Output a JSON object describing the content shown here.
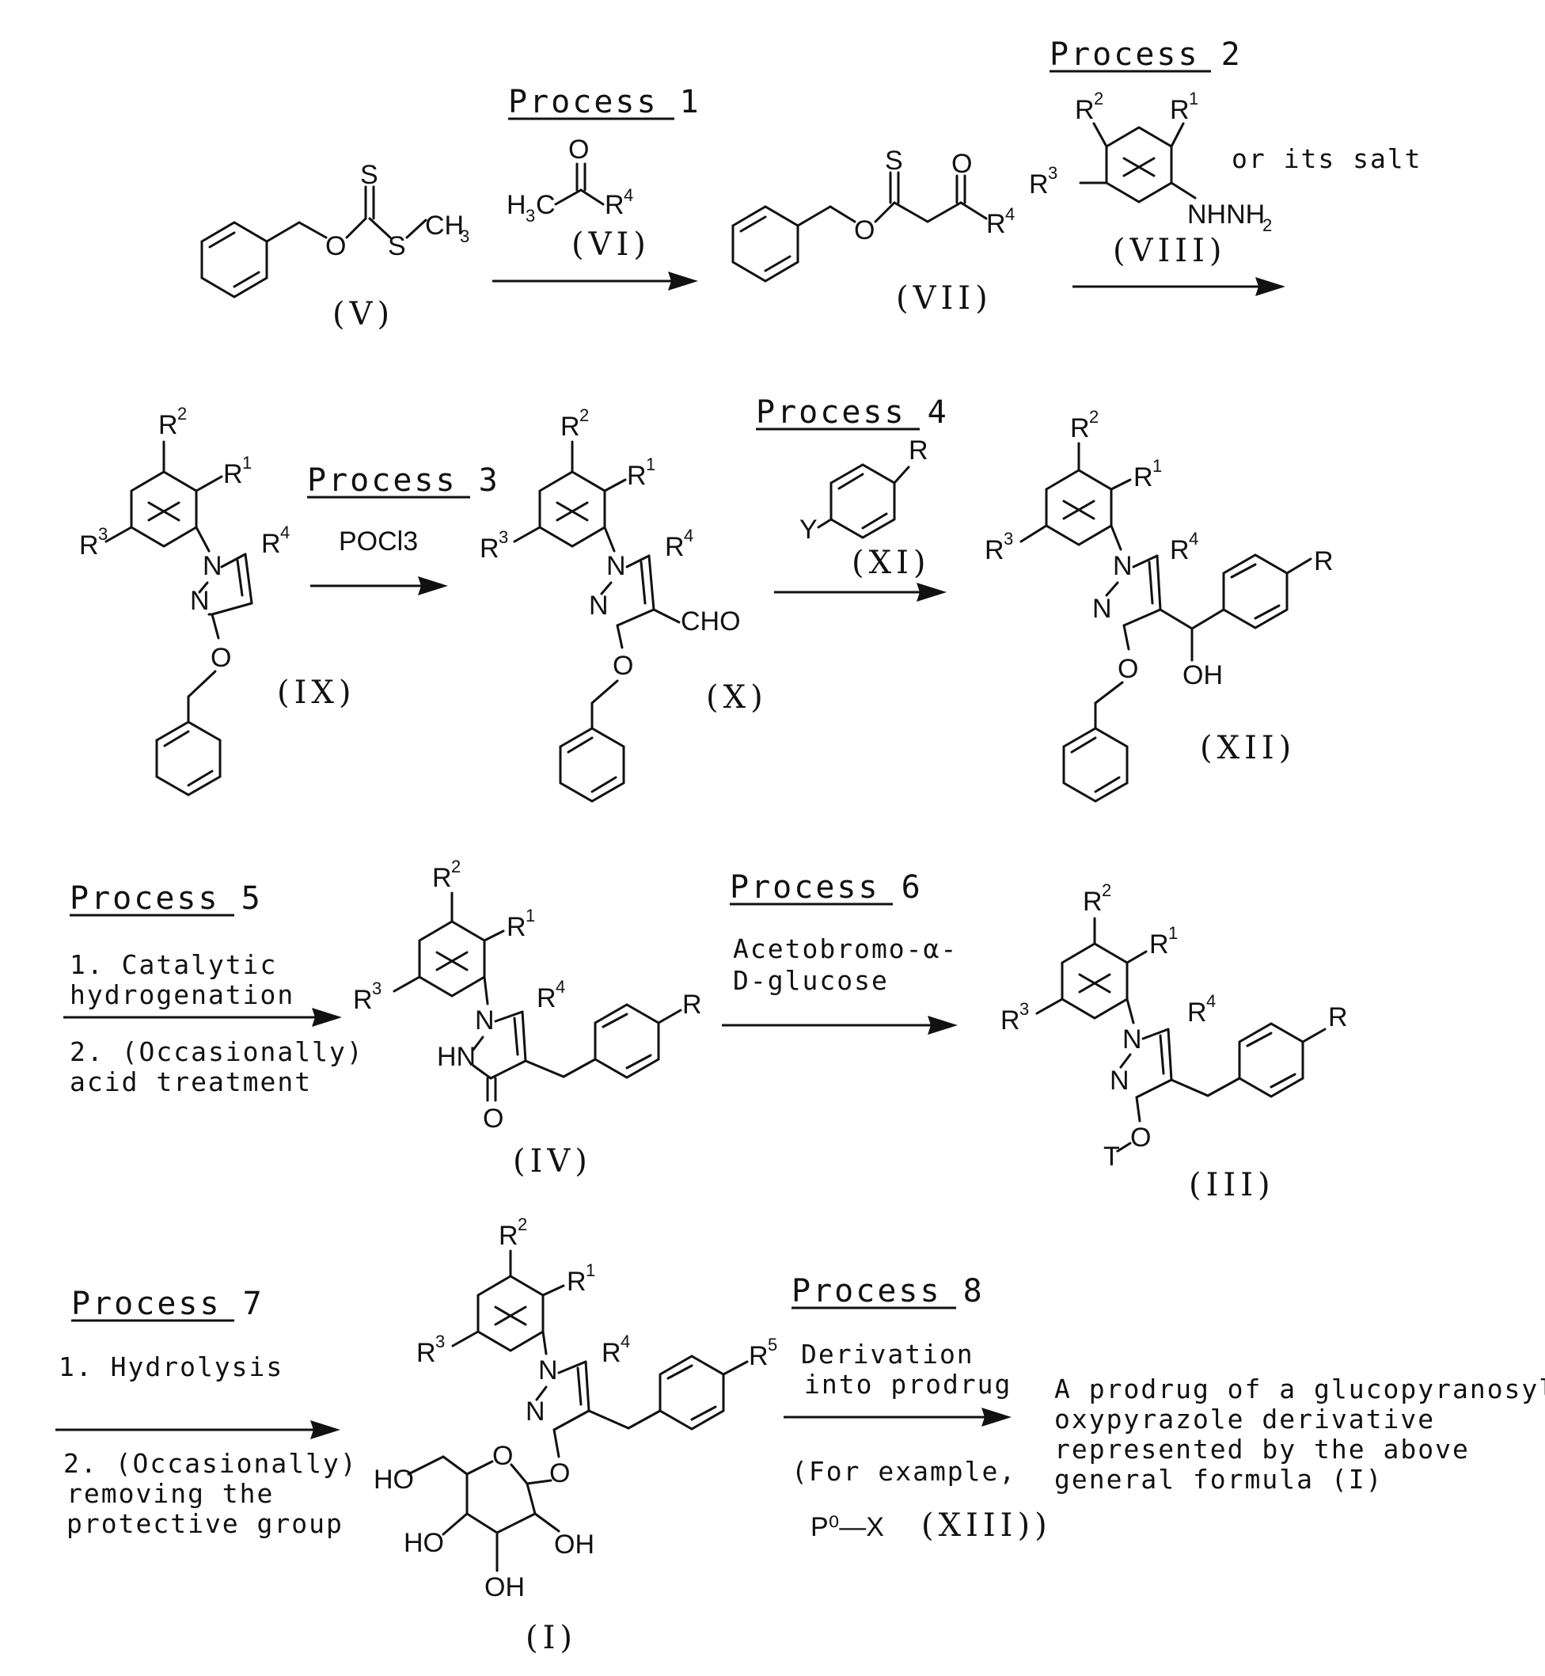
{
  "processes": {
    "p1": {
      "title": "Process 1",
      "reagent_label": "(VI)"
    },
    "p2": {
      "title": "Process 2",
      "reagent_label": "(VIII)",
      "note": "or its salt"
    },
    "p3": {
      "title": "Process 3",
      "reagent": "POCl3"
    },
    "p4": {
      "title": "Process 4",
      "reagent_label": "(XI)"
    },
    "p5": {
      "title": "Process 5",
      "lines": [
        "1. Catalytic",
        "hydrogenation",
        "2. (Occasionally)",
        "acid treatment"
      ]
    },
    "p6": {
      "title": "Process 6",
      "lines": [
        "Acetobromo-α-",
        "D-glucose"
      ]
    },
    "p7": {
      "title": "Process 7",
      "lines": [
        "1. Hydrolysis",
        "2. (Occasionally)",
        "removing the",
        "protective group"
      ]
    },
    "p8": {
      "title": "Process 8",
      "lines": [
        "Derivation",
        "into prodrug",
        "(For example,",
        "P⁰—X",
        "(XIII))"
      ]
    }
  },
  "compounds": {
    "V": "(V)",
    "VII": "(VII)",
    "IX": "(IX)",
    "X": "(X)",
    "XII": "(XII)",
    "IV": "(IV)",
    "III": "(III)",
    "I": "(I)"
  },
  "final_product": [
    "A prodrug of a glucopyranosyl-",
    "oxypyrazole derivative",
    "represented by the above",
    "general formula (I)"
  ]
}
